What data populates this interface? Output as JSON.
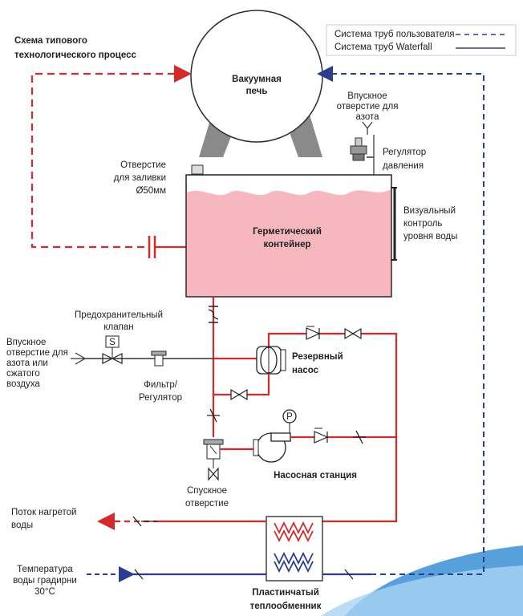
{
  "title": "Схема типового технологического процесс",
  "title_lines": [
    "Схема типового",
    "технологического процесс"
  ],
  "legend": {
    "user_pipes": "Система труб пользователя",
    "waterfall_pipes": "Система труб Waterfall"
  },
  "components": {
    "vacuum_furnace": [
      "Вакуумная",
      "печь"
    ],
    "nitrogen_inlet_top": [
      "Впускное",
      "отверстие для",
      "азота"
    ],
    "pressure_regulator": [
      "Регулятор",
      "давления"
    ],
    "fill_opening": [
      "Отверстие",
      "для заливки",
      "Ø50мм"
    ],
    "sealed_container": [
      "Герметический",
      "контейнер"
    ],
    "level_gauge": [
      "Визуальный",
      "контроль",
      "уровня воды"
    ],
    "safety_valve": [
      "Предохранительный",
      "клапан"
    ],
    "gas_inlet_left": [
      "Впускное",
      "отверстие для",
      "азота или",
      "сжатого",
      "воздуха"
    ],
    "filter_regulator": [
      "Фильтр/",
      "Регулятор"
    ],
    "reserve_pump": [
      "Резервный",
      "насос"
    ],
    "pump_station": "Насосная станция",
    "drain": [
      "Спускное",
      "отверстие"
    ],
    "hot_water_flow": [
      "Поток нагретой",
      "воды"
    ],
    "cooling_tower_temp": [
      "Температура",
      "воды градирни",
      "30°C"
    ],
    "plate_exchanger": [
      "Пластинчатый",
      "теплообменник"
    ],
    "safety_valve_symbol": "S",
    "pressure_gauge_symbol": "P"
  },
  "colors": {
    "hot_pipe": "#d42a2a",
    "cold_pipe": "#2a3e8f",
    "tank_fill": "#f7b7bf",
    "tank_border": "#2b2b2b",
    "furnace_leg": "#8a8a8a",
    "accent_blue_wave": "#5aa9e6"
  }
}
